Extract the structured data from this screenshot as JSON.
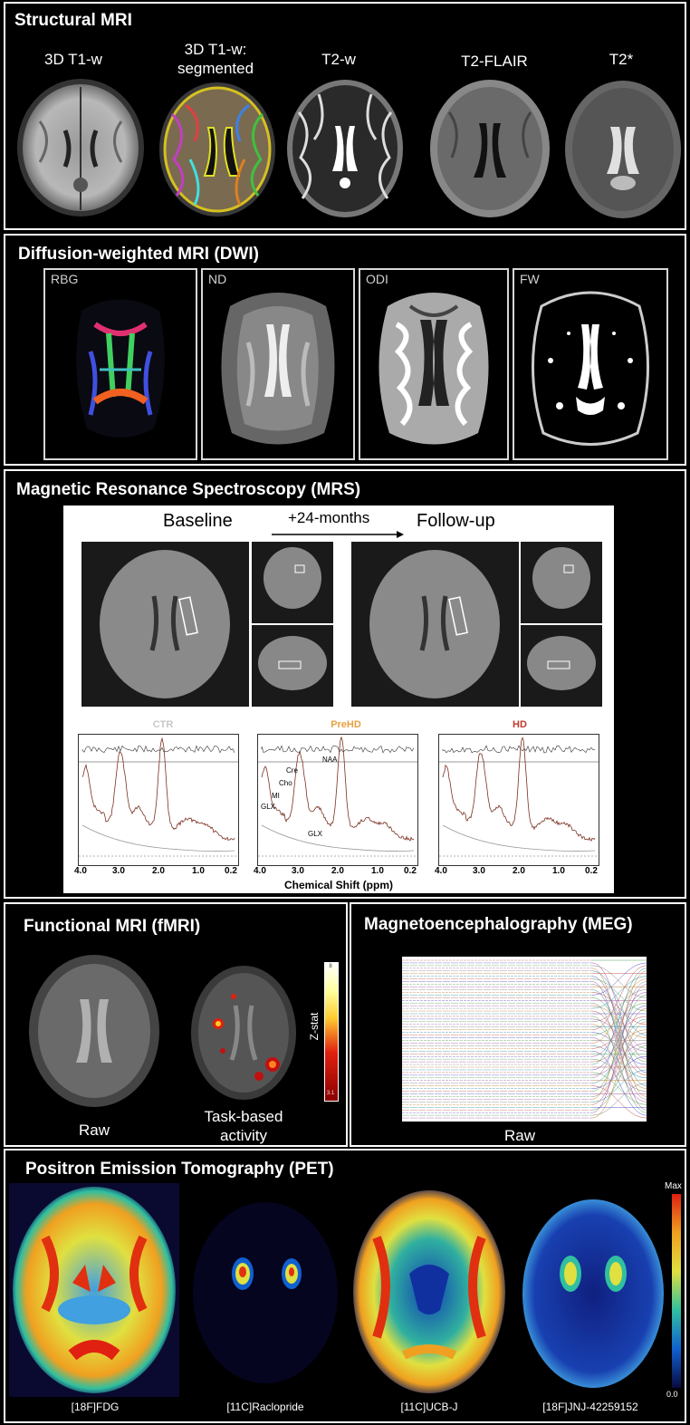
{
  "structural": {
    "title": "Structural MRI",
    "labels": [
      "3D T1-w",
      "3D T1-w:\nsegmented",
      "T2-w",
      "T2-FLAIR",
      "T2*"
    ],
    "label_seg_line1": "3D T1-w:",
    "label_seg_line2": "segmented"
  },
  "dwi": {
    "title": "Diffusion-weighted MRI (DWI)",
    "maps": [
      "RBG",
      "ND",
      "ODI",
      "FW"
    ]
  },
  "mrs": {
    "title": "Magnetic Resonance Spectroscopy (MRS)",
    "baseline": "Baseline",
    "interval": "+24-months",
    "followup": "Follow-up",
    "groups": [
      {
        "name": "CTR",
        "color": "#c8c8c8"
      },
      {
        "name": "PreHD",
        "color": "#e8a040"
      },
      {
        "name": "HD",
        "color": "#c0392b"
      }
    ],
    "peaks": [
      "NAA",
      "Cre",
      "Cho",
      "MI",
      "GLX",
      "GLX"
    ],
    "x_ticks": [
      "4.0",
      "3.0",
      "2.0",
      "1.0",
      "0.2"
    ],
    "xlabel": "Chemical Shift (ppm)"
  },
  "fmri": {
    "title": "Functional MRI (fMRI)",
    "raw": "Raw",
    "task_line1": "Task-based",
    "task_line2": "activity",
    "colorbar_label": "Z-stat",
    "colorbar_max": "8",
    "colorbar_min": "3.1"
  },
  "meg": {
    "title": "Magnetoencephalography (MEG)",
    "raw": "Raw"
  },
  "pet": {
    "title": "Positron Emission Tomography (PET)",
    "tracers": [
      "[18F]FDG",
      "[11C]Raclopride",
      "[11C]UCB-J",
      "[18F]JNJ-42259152"
    ],
    "scale_max": "Max",
    "scale_min": "0.0"
  }
}
